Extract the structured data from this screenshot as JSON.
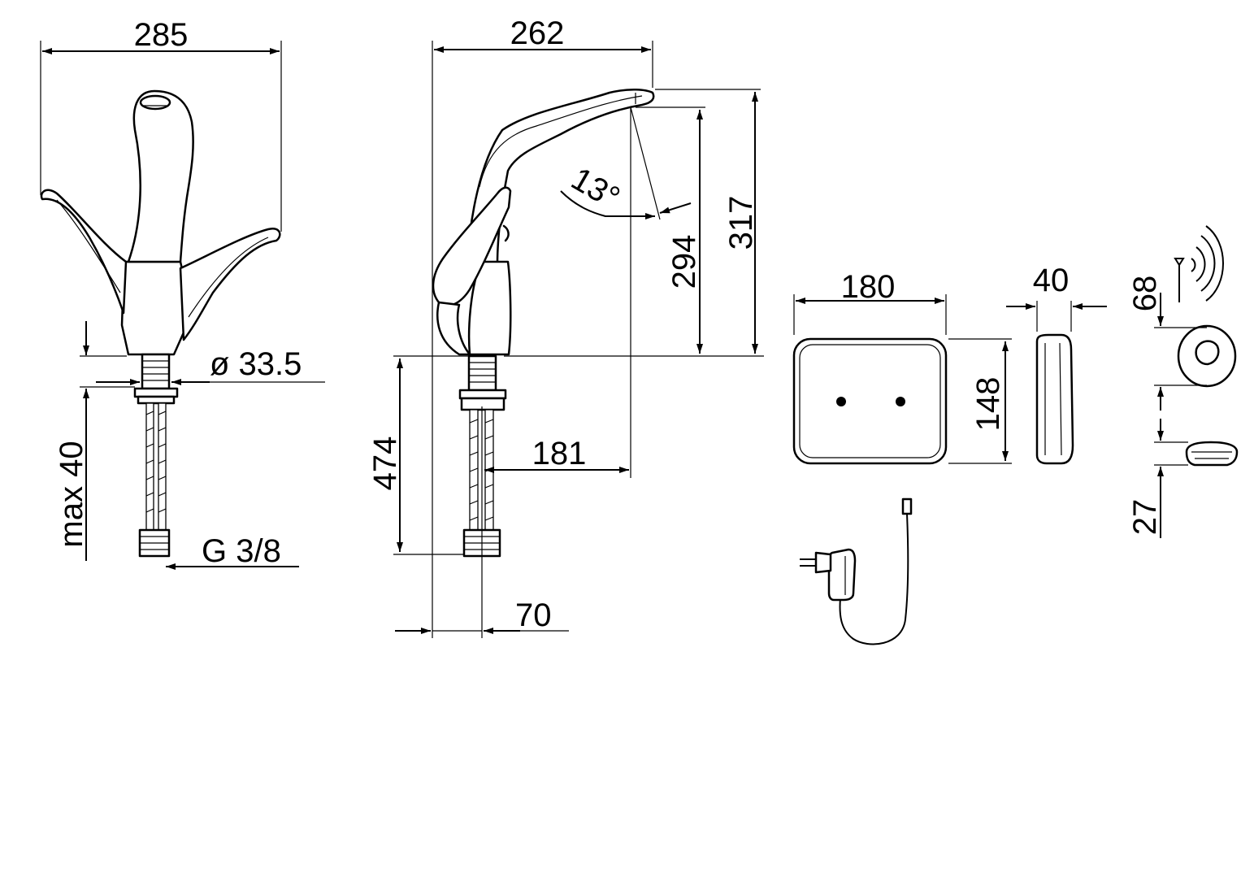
{
  "colors": {
    "line": "#000000",
    "background": "#ffffff"
  },
  "front_view": {
    "width_dim": "285",
    "pipe_diameter_dim": "ø 33.5",
    "deck_thickness_dim": "max 40",
    "connection_thread": "G 3/8"
  },
  "side_view": {
    "spout_reach_dim": "262",
    "spout_angle": "13°",
    "outlet_height_dim": "294",
    "overall_height_dim": "317",
    "hose_length_dim": "474",
    "axis_to_outlet_dim": "181",
    "body_offset_dim": "70"
  },
  "sensor_box": {
    "width_dim": "180",
    "height_dim": "148",
    "depth_dim": "40"
  },
  "sensor": {
    "diameter_dim": "68",
    "height_dim": "27"
  },
  "icons": [
    "antenna-icon",
    "wireless-signal-icon",
    "power-adapter-icon"
  ]
}
